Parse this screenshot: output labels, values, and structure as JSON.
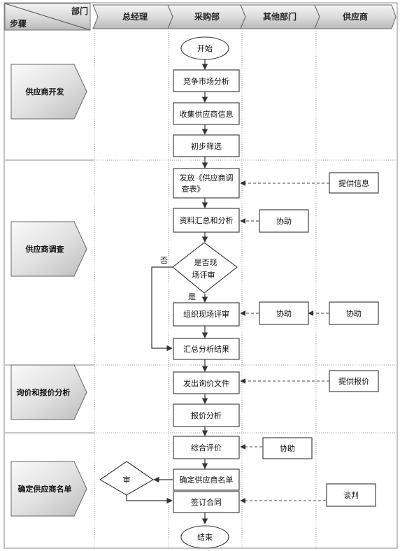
{
  "header": {
    "corner_top": "部门",
    "corner_bottom": "步骤",
    "departments": [
      "总经理",
      "采购部",
      "其他部门",
      "供应商"
    ]
  },
  "steps": [
    "供应商开发",
    "供应商调查",
    "询价和报价分析",
    "确定供应商名单"
  ],
  "nodes": {
    "start": "开始",
    "market_analysis": "竞争市场分析",
    "collect_info": "收集供应商信息",
    "initial_screen": "初步筛选",
    "issue_form_1": "发放《供应商调",
    "issue_form_2": "查表》",
    "provide_info": "提供信息",
    "summarize": "资料汇总和分析",
    "assist_1": "协助",
    "decision_1": "是否现",
    "decision_2": "场评审",
    "no_label": "否",
    "yes_label": "是",
    "organize_review": "组织现场评审",
    "assist_2": "协助",
    "assist_3": "协助",
    "summarize_result": "汇总分析结果",
    "issue_inquiry": "发出询价文件",
    "provide_quote": "提供报价",
    "quote_analysis": "报价分析",
    "comprehensive_eval": "综合评价",
    "assist_4": "协助",
    "approve": "审",
    "confirm_list": "确定供应商名单",
    "sign_contract": "签订合同",
    "negotiate": "谈判",
    "end": "结束"
  }
}
